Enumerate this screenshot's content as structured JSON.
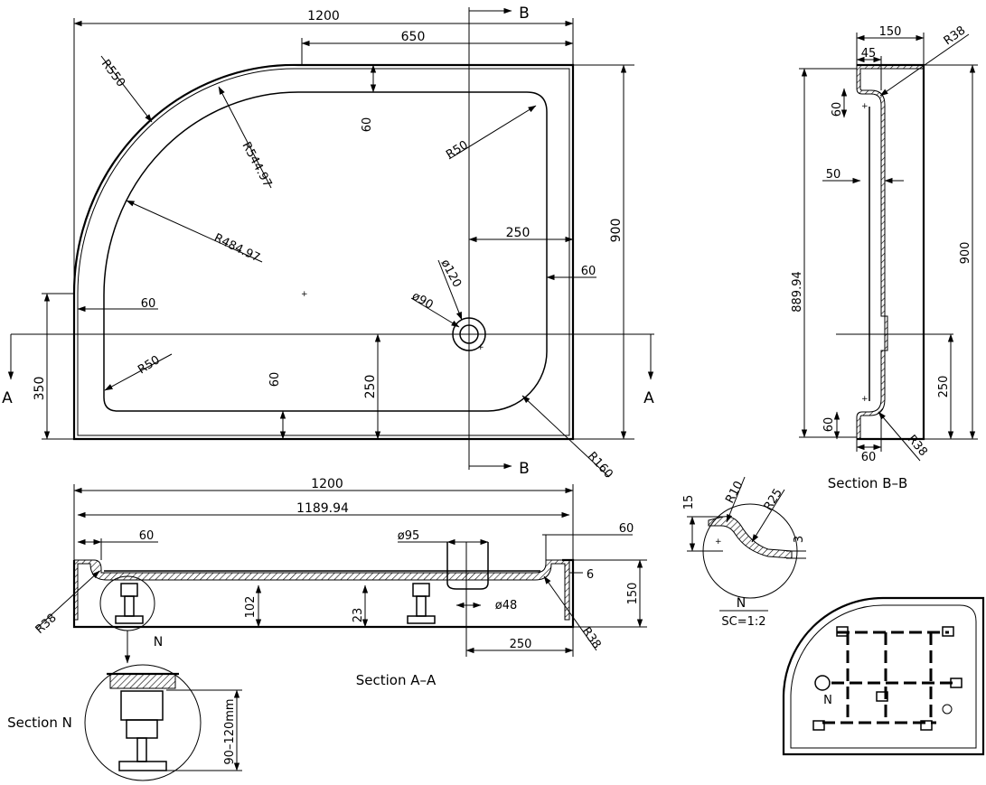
{
  "plan": {
    "width": "1200",
    "top_straight": "650",
    "height": "900",
    "r550": "R550",
    "r544": "R544.97",
    "r484": "R484.97",
    "r50_top": "R50",
    "r50_left": "R50",
    "r160": "R160",
    "rim_top": "60",
    "rim_left": "60",
    "rim_right": "60",
    "rim_bottom": "60",
    "waste_offset_x": "250",
    "waste_offset_y": "250",
    "left_straight": "350",
    "d120": "ø120",
    "d90": "ø90",
    "section_a": "A",
    "section_b": "B"
  },
  "section_aa": {
    "title": "Section   A–A",
    "width": "1200",
    "inner_width": "1189.94",
    "rim_left": "60",
    "rim_right": "60",
    "d95": "ø95",
    "d48": "ø48",
    "thickness": "6",
    "height": "150",
    "under_height": "102",
    "foot_height": "23",
    "waste_offset": "250",
    "r38_left": "R38",
    "r38_right": "R38",
    "detail_marker": "N"
  },
  "section_bb": {
    "title": "Section  B–B",
    "width": "150",
    "step": "45",
    "r38_top": "R38",
    "r38_bottom": "R38",
    "rim_top": "60",
    "wall": "50",
    "inner_height": "889.94",
    "height": "900",
    "waste_offset": "250",
    "rim_bottom": "60",
    "base": "60"
  },
  "detail_n": {
    "r10": "R10",
    "r25": "R25",
    "h15": "15",
    "h3": "3",
    "label": "N",
    "scale": "SC=1:2"
  },
  "section_n": {
    "title": "Section  N",
    "adjust_range": "90–120mm"
  },
  "underside": {
    "marker": "N"
  }
}
